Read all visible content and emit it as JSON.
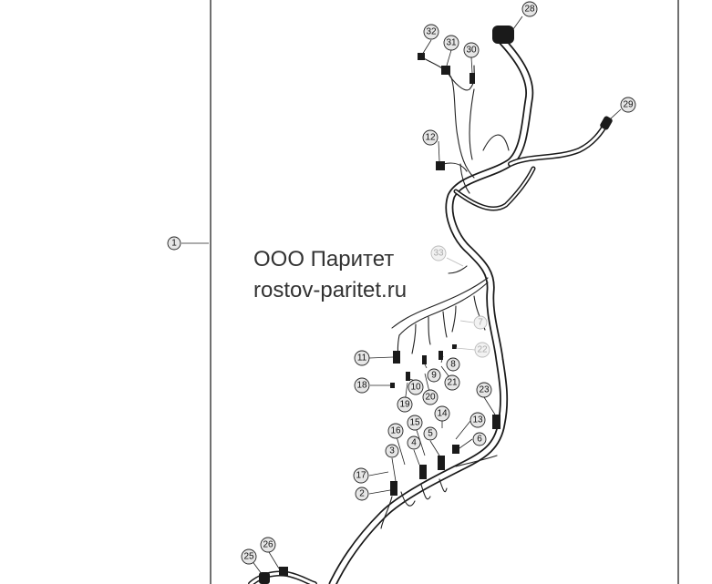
{
  "watermark": {
    "line1": "ООО Паритет",
    "line2": "rostov-paritet.ru"
  },
  "callouts": [
    {
      "id": "c1",
      "label": "1"
    },
    {
      "id": "c2",
      "label": "2"
    },
    {
      "id": "c3",
      "label": "3"
    },
    {
      "id": "c4",
      "label": "4"
    },
    {
      "id": "c5",
      "label": "5"
    },
    {
      "id": "c6",
      "label": "6"
    },
    {
      "id": "c7",
      "label": "7"
    },
    {
      "id": "c8",
      "label": "8"
    },
    {
      "id": "c9",
      "label": "9"
    },
    {
      "id": "c10",
      "label": "10"
    },
    {
      "id": "c11",
      "label": "11"
    },
    {
      "id": "c12",
      "label": "12"
    },
    {
      "id": "c13",
      "label": "13"
    },
    {
      "id": "c14",
      "label": "14"
    },
    {
      "id": "c15",
      "label": "15"
    },
    {
      "id": "c16",
      "label": "16"
    },
    {
      "id": "c17",
      "label": "17"
    },
    {
      "id": "c18",
      "label": "18"
    },
    {
      "id": "c19",
      "label": "19"
    },
    {
      "id": "c20",
      "label": "20"
    },
    {
      "id": "c21",
      "label": "21"
    },
    {
      "id": "c22",
      "label": "22"
    },
    {
      "id": "c23",
      "label": "23"
    },
    {
      "id": "c25",
      "label": "25"
    },
    {
      "id": "c26",
      "label": "26"
    },
    {
      "id": "c28",
      "label": "28"
    },
    {
      "id": "c29",
      "label": "29"
    },
    {
      "id": "c30",
      "label": "30"
    },
    {
      "id": "c31",
      "label": "31"
    },
    {
      "id": "c32",
      "label": "32"
    },
    {
      "id": "c33",
      "label": "33"
    }
  ]
}
